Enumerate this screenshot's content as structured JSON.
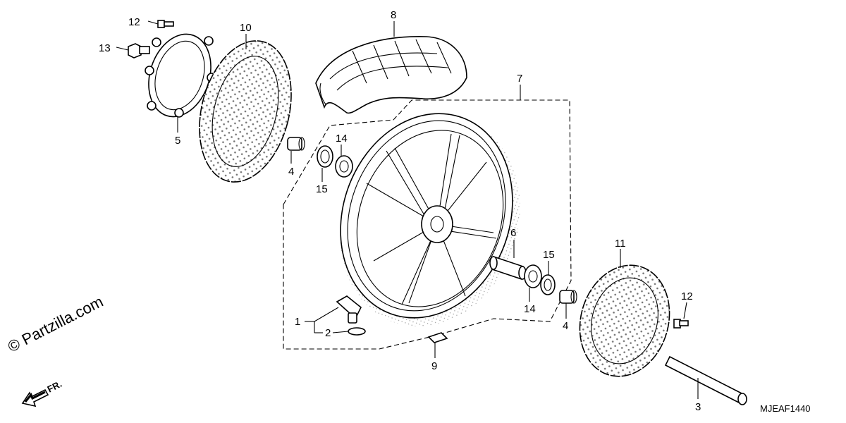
{
  "diagram": {
    "callouts": {
      "c1": "1",
      "c2": "2",
      "c3": "3",
      "c4a": "4",
      "c4b": "4",
      "c5": "5",
      "c6": "6",
      "c7": "7",
      "c8": "8",
      "c9": "9",
      "c10": "10",
      "c11": "11",
      "c12a": "12",
      "c12b": "12",
      "c13": "13",
      "c14a": "14",
      "c14b": "14",
      "c15a": "15",
      "c15b": "15"
    },
    "watermark": "© Partzilla.com",
    "diagram_code": "MJEAF1440",
    "front_indicator": "FR."
  }
}
